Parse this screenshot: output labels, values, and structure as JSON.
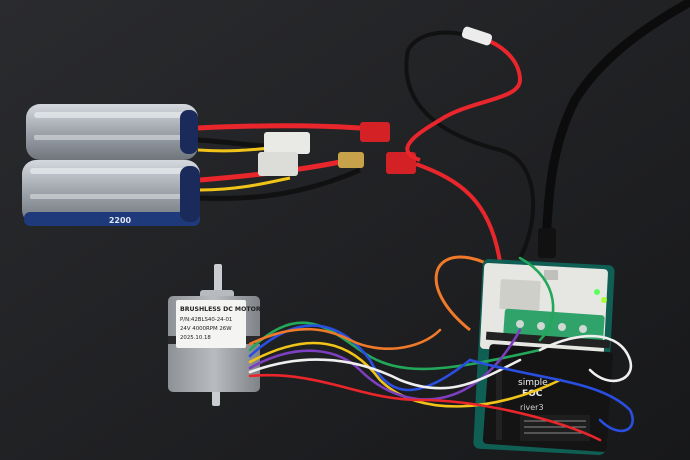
{
  "motor": {
    "label_line1": "BRUSHLESS DC MOTOR",
    "label_line2": "P/N:42BLS40-24-01",
    "label_line3": "24V 4000RPM 26W",
    "label_line4": "2025.10.18"
  },
  "battery": {
    "brand_text": "2200"
  },
  "board": {
    "logo_line1": "simple",
    "logo_line2": "FOC",
    "shield_text": "river3"
  },
  "colors": {
    "background": "#1c1d20",
    "battery_body": "#aeb3b9",
    "motor_body": "#9ea2a6",
    "pcb_white": "#e6e6e2",
    "terminal_green": "#2fa36a",
    "wire_red": "#e8262b",
    "wire_black": "#111111",
    "wire_yellow": "#f0c419",
    "wire_blue": "#2a4fe0",
    "wire_green": "#23a85a",
    "wire_orange": "#f07a2a",
    "wire_purple": "#7b3fbf",
    "wire_white": "#efefef"
  }
}
